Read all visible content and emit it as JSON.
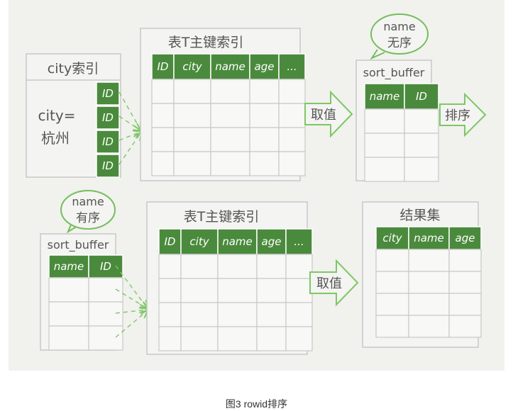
{
  "city_index": {
    "title": "city索引",
    "condition": [
      "city=",
      "杭州"
    ],
    "ids": [
      "ID",
      "ID",
      "ID",
      "ID"
    ]
  },
  "top": {
    "primary_table": {
      "title": "表T主键索引",
      "columns": [
        "ID",
        "city",
        "name",
        "age",
        "..."
      ],
      "rows": 4
    },
    "action": "取值",
    "bubble": [
      "name",
      "无序"
    ],
    "sort_buffer": {
      "title": "sort_buffer",
      "columns": [
        "name",
        "ID"
      ],
      "rows": 3
    },
    "sort_action": "排序"
  },
  "bottom": {
    "bubble": [
      "name",
      "有序"
    ],
    "sort_buffer": {
      "title": "sort_buffer",
      "columns": [
        "name",
        "ID"
      ],
      "rows": 3
    },
    "primary_table": {
      "title": "表T主键索引",
      "columns": [
        "ID",
        "city",
        "name",
        "age",
        "..."
      ],
      "rows": 4
    },
    "action": "取值",
    "result": {
      "title": "结果集",
      "columns": [
        "city",
        "name",
        "age"
      ],
      "rows": 4
    }
  },
  "caption": "图3 rowid排序",
  "colors": {
    "header_green": "#4a8a3c",
    "arrow_green": "#7dc865",
    "bubble_green": "#74bd5a",
    "border": "#c8c8c8"
  }
}
